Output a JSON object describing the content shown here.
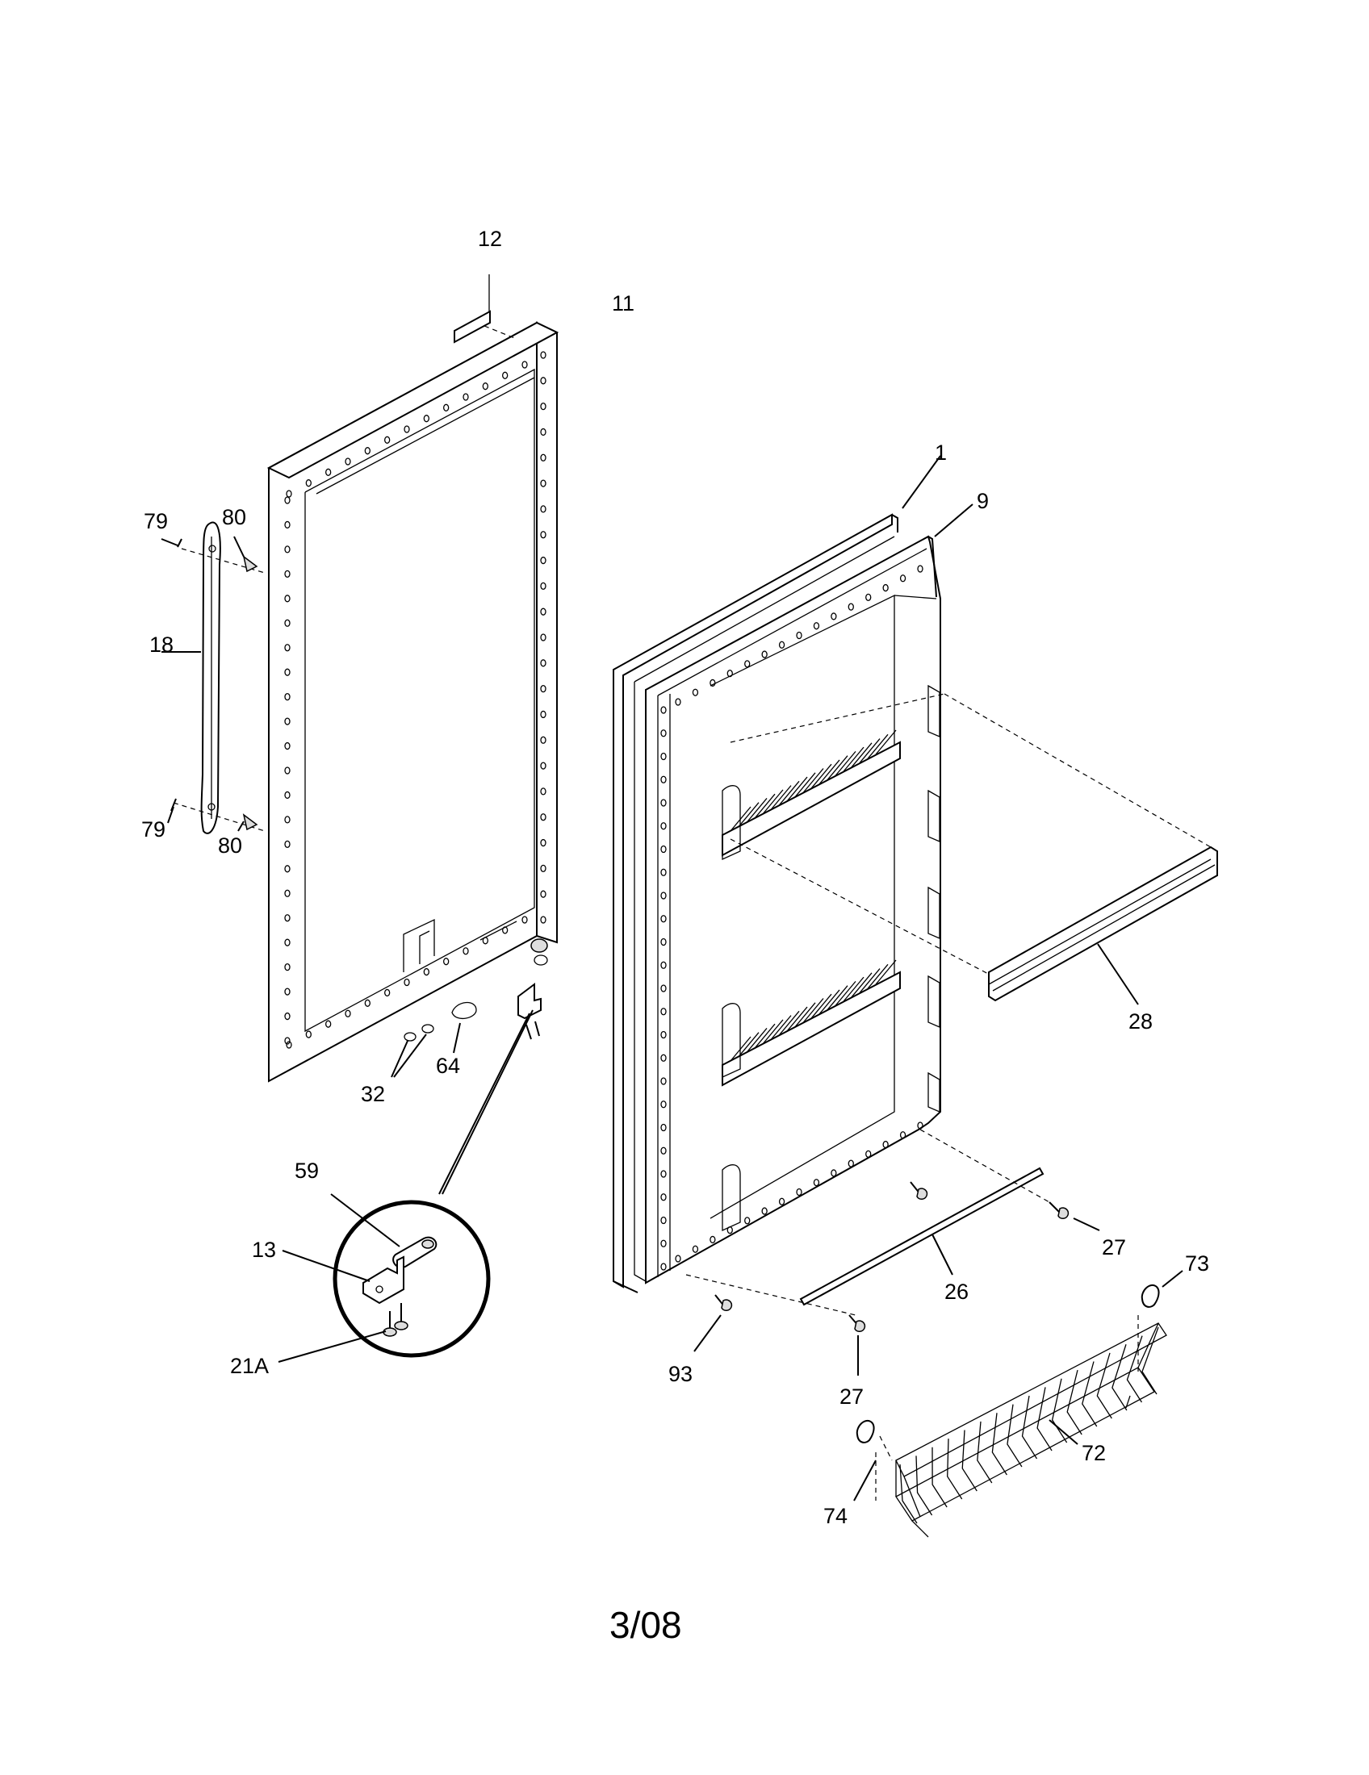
{
  "labels": {
    "l12": "12",
    "l11": "11",
    "l1": "1",
    "l9": "9",
    "l79a": "79",
    "l80a": "80",
    "l18": "18",
    "l79b": "79",
    "l80b": "80",
    "l32": "32",
    "l64": "64",
    "l28": "28",
    "l59": "59",
    "l13": "13",
    "l21a": "21A",
    "l27a": "27",
    "l73": "73",
    "l26": "26",
    "l93": "93",
    "l27b": "27",
    "l72": "72",
    "l74": "74"
  },
  "footer": {
    "date_code": "3/08"
  }
}
